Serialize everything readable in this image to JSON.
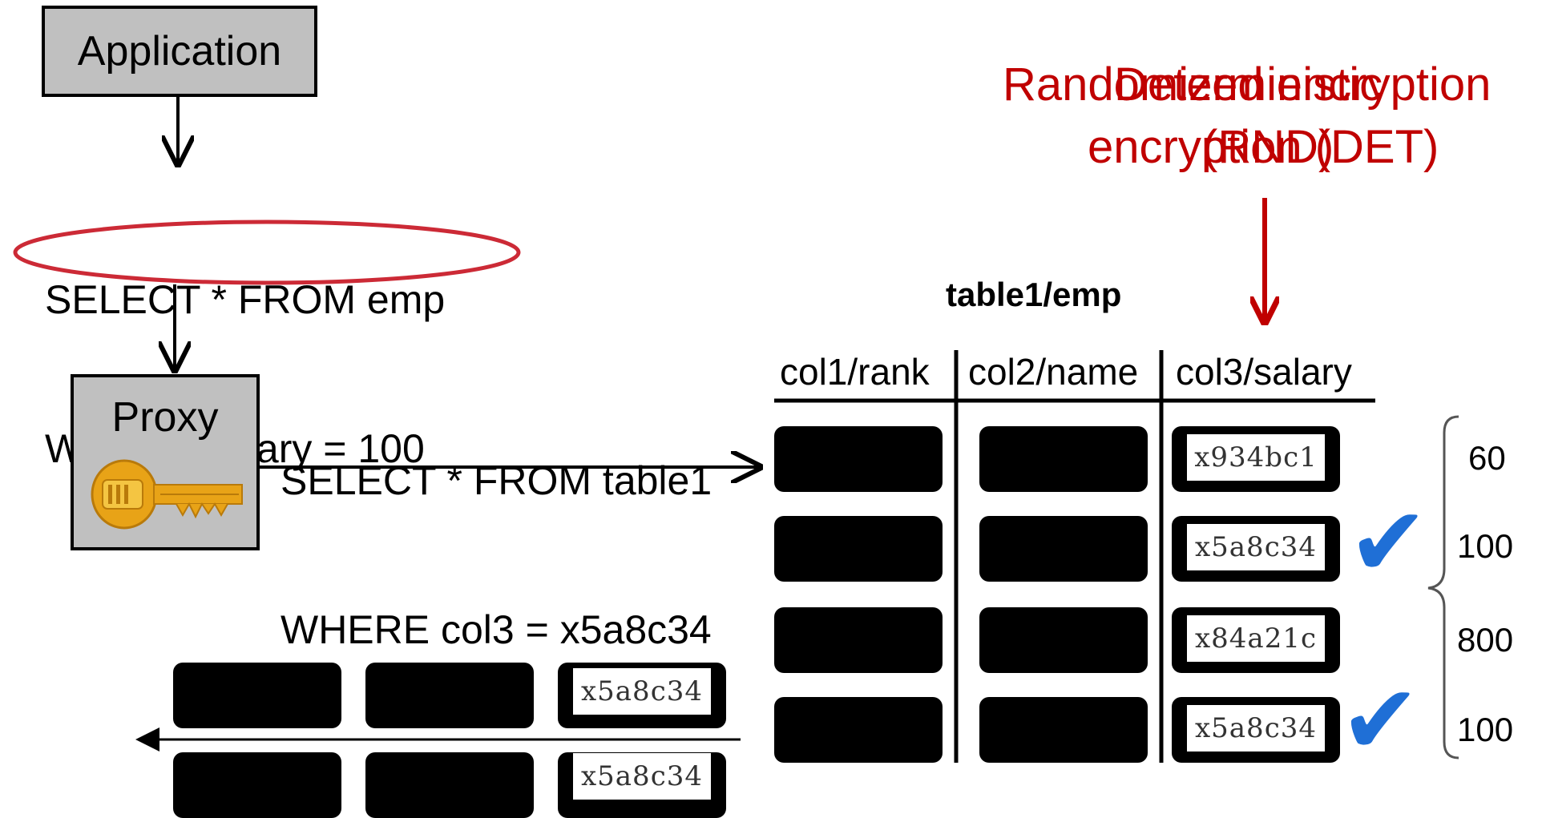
{
  "application": {
    "label": "Application"
  },
  "query": {
    "line1": "SELECT * FROM emp",
    "line2": "WHERE salary = 100"
  },
  "proxy": {
    "label": "Proxy"
  },
  "rewritten": {
    "line1": "SELECT * FROM table1",
    "line2": "WHERE col3 = x5a8c34"
  },
  "encryption": {
    "rnd_line1": "Randomized encryption",
    "rnd_line2": "(RND)",
    "det_line1": "Deterministic",
    "det_line2": "encryption (DET)"
  },
  "table": {
    "title": "table1/emp",
    "columns": [
      "col1/rank",
      "col2/name",
      "col3/salary"
    ],
    "ciphertexts": [
      "x934bc1",
      "x5a8c34",
      "x84a21c",
      "x5a8c34"
    ]
  },
  "salaries": [
    "60",
    "100",
    "800",
    "100"
  ],
  "results": {
    "ciphertexts": [
      "x5a8c34",
      "x5a8c34"
    ]
  },
  "colors": {
    "accent_red": "#c00000",
    "check_blue": "#1f6fd6",
    "box_gray": "#c0c0c0"
  },
  "icons": {
    "key": "key-icon",
    "check": "checkmark-icon"
  }
}
